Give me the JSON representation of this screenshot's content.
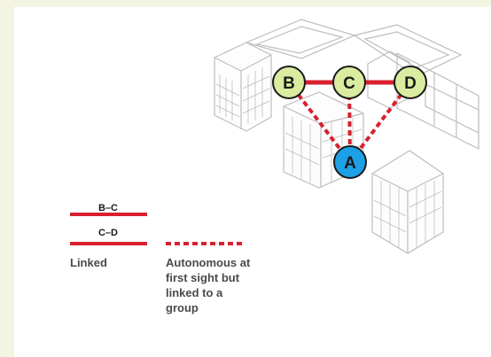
{
  "nodes": [
    {
      "id": "B",
      "label": "B",
      "color": "#d9ec9f"
    },
    {
      "id": "C",
      "label": "C",
      "color": "#d9ec9f"
    },
    {
      "id": "D",
      "label": "D",
      "color": "#d9ec9f"
    },
    {
      "id": "A",
      "label": "A",
      "color": "#1ea0e6"
    }
  ],
  "solid_links": [
    [
      "B",
      "C"
    ],
    [
      "C",
      "D"
    ]
  ],
  "dashed_links": [
    [
      "A",
      "B"
    ],
    [
      "A",
      "C"
    ],
    [
      "A",
      "D"
    ]
  ],
  "legend": {
    "solid_labels": [
      "B–C",
      "C–D"
    ],
    "linked_text": "Linked",
    "autonomous_lines": [
      "Autonomous at",
      "first sight but",
      "linked to a",
      "group"
    ]
  },
  "colors": {
    "link": "#d8202f",
    "background": "#f4f4e2",
    "building_stroke": "#bdbdbd",
    "text": "#4a4a4a"
  }
}
